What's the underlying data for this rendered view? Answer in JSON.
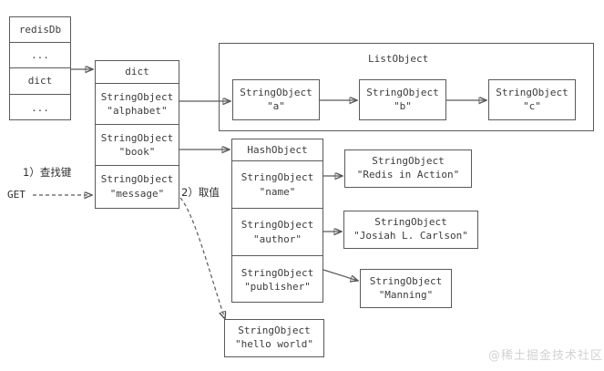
{
  "diagram": {
    "title_watermark": "@稀土掘金技术社区",
    "redis_db": {
      "label": "redisDb",
      "rows": [
        {
          "label": "redisDb"
        },
        {
          "label": "..."
        },
        {
          "label": "dict"
        },
        {
          "label": "..."
        }
      ]
    },
    "dict": {
      "header": "dict",
      "entries": [
        {
          "type": "StringObject",
          "value": "\"alphabet\""
        },
        {
          "type": "StringObject",
          "value": "\"book\""
        },
        {
          "type": "StringObject",
          "value": "\"message\""
        }
      ]
    },
    "list_object": {
      "title": "ListObject",
      "nodes": [
        {
          "type": "StringObject",
          "value": "\"a\""
        },
        {
          "type": "StringObject",
          "value": "\"b\""
        },
        {
          "type": "StringObject",
          "value": "\"c\""
        }
      ]
    },
    "hash_object": {
      "header": "HashObject",
      "fields": [
        {
          "type": "StringObject",
          "value": "\"name\""
        },
        {
          "type": "StringObject",
          "value": "\"author\""
        },
        {
          "type": "StringObject",
          "value": "\"publisher\""
        }
      ],
      "values": [
        {
          "type": "StringObject",
          "value": "\"Redis in Action\""
        },
        {
          "type": "StringObject",
          "value": "\"Josiah L. Carlson\""
        },
        {
          "type": "StringObject",
          "value": "\"Manning\""
        }
      ]
    },
    "message_value": {
      "type": "StringObject",
      "value": "\"hello world\""
    },
    "annotations": {
      "step1": "1）查找键",
      "step2": "2）取值",
      "command": "GET"
    },
    "colors": {
      "stroke": "#5a5a5a",
      "text": "#3c3c3c",
      "background": "#ffffff",
      "watermark": "#d2d2d2"
    }
  }
}
